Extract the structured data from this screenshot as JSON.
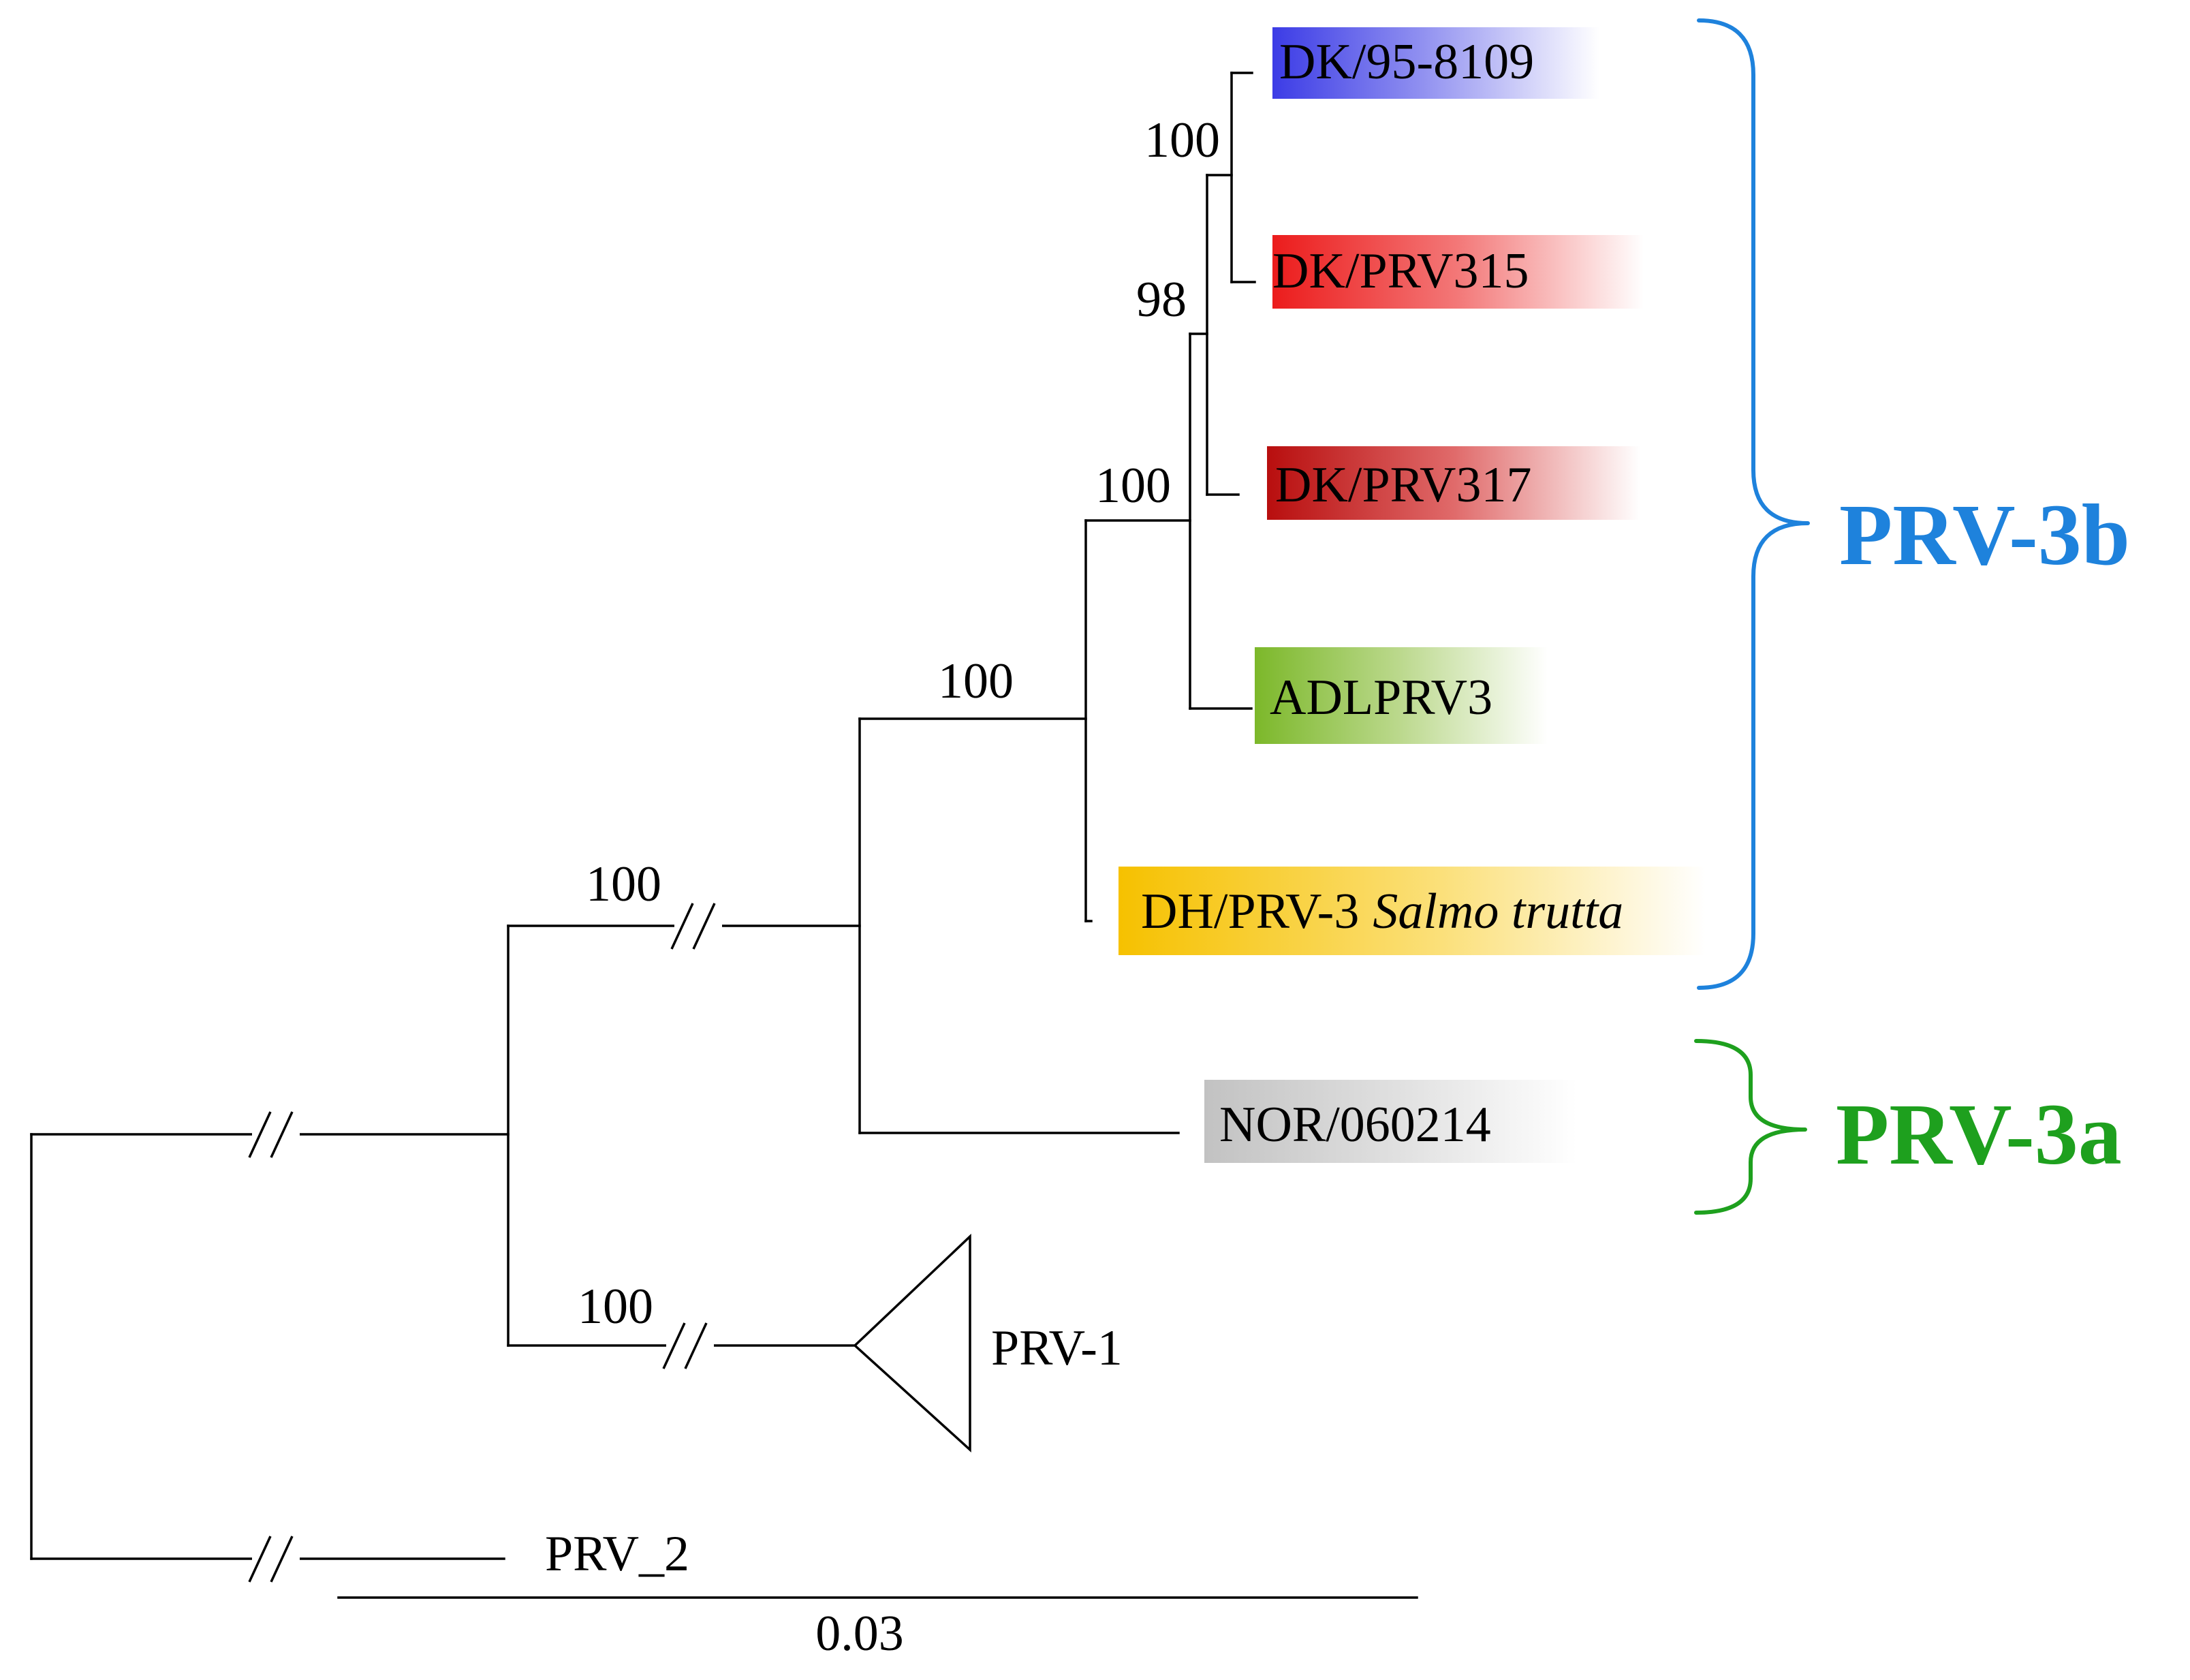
{
  "tips": {
    "dk95": {
      "label": "DK/95-8109",
      "color": "#3c3ce6"
    },
    "prv315": {
      "label": "DK/PRV315",
      "color": "#ec1c1c"
    },
    "prv317": {
      "label": "DK/PRV317",
      "color": "#b80e0e"
    },
    "adl": {
      "label": "ADLPRV3",
      "color": "#7cb82a"
    },
    "dh": {
      "label": "DH/PRV-3",
      "italic": "Salmo trutta",
      "color": "#f6c100"
    },
    "nor": {
      "label": "NOR/060214",
      "color": "#c2c2c2"
    },
    "prv1": {
      "label": "PRV-1"
    },
    "prv2": {
      "label": "PRV_2"
    }
  },
  "bootstrap": {
    "n_dk": "100",
    "n_98": "98",
    "n_3b_inner": "100",
    "n_3b": "100",
    "n_3": "100",
    "n_prv1": "100"
  },
  "clades": {
    "prv3b": {
      "label": "PRV-3b",
      "color": "#1e82dc"
    },
    "prv3a": {
      "label": "PRV-3a",
      "color": "#1ea01e"
    }
  },
  "scale_bar": {
    "label": "0.03"
  }
}
